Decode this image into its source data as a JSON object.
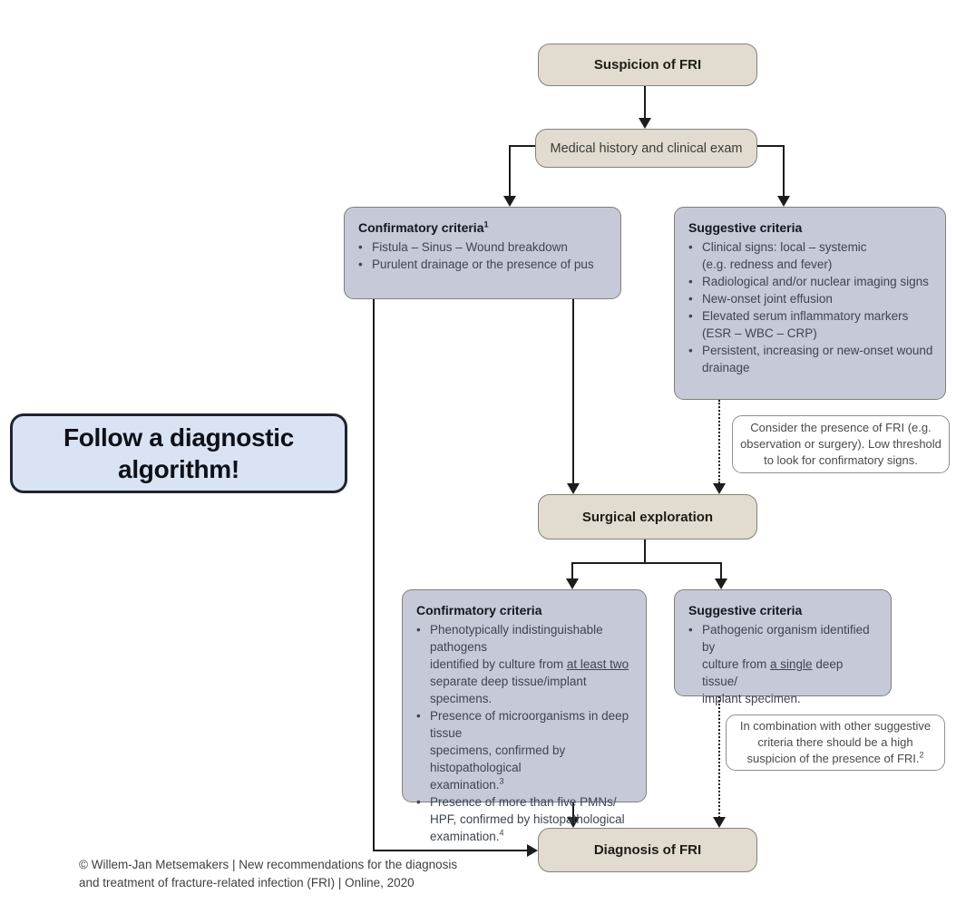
{
  "palette": {
    "box_beige": "#e1dccf",
    "box_blue": "#c6cad8",
    "note_white": "#ffffff",
    "callout_blue": "#d9e3f3",
    "line_color": "#1c1c1c",
    "callout_border": "#20242f"
  },
  "callout": {
    "text": "Follow a diagnostic algorithm!"
  },
  "flow": {
    "suspicion": {
      "label": "Suspicion of FRI"
    },
    "medical_history": {
      "label": "Medical history and clinical exam"
    },
    "confirmatory_pre": {
      "title": "Confirmatory criteria",
      "title_sup": "1",
      "bullets": [
        [
          {
            "t": "Fistula – Sinus – Wound breakdown"
          }
        ],
        [
          {
            "t": "Purulent drainage or the presence of pus"
          }
        ]
      ]
    },
    "suggestive_pre": {
      "title": "Suggestive criteria",
      "bullets": [
        [
          {
            "t": "Clinical signs: local – systemic"
          },
          {
            "br": true
          },
          {
            "t": "(e.g. redness and fever)"
          }
        ],
        [
          {
            "t": "Radiological and/or nuclear imaging signs"
          }
        ],
        [
          {
            "t": "New-onset joint effusion"
          }
        ],
        [
          {
            "t": "Elevated serum inflammatory markers"
          },
          {
            "br": true
          },
          {
            "t": "(ESR – WBC – CRP)"
          }
        ],
        [
          {
            "t": "Persistent, increasing or new-onset wound"
          },
          {
            "br": true
          },
          {
            "t": "drainage"
          }
        ]
      ]
    },
    "consider_note": {
      "text": "Consider the presence of FRI (e.g. observation or surgery). Low threshold to look for confirmatory signs."
    },
    "surgical": {
      "label": "Surgical exploration"
    },
    "confirmatory_op": {
      "title": "Confirmatory criteria",
      "bullets": [
        [
          {
            "t": "Phenotypically indistinguishable pathogens"
          },
          {
            "br": true
          },
          {
            "t": "identified by culture from "
          },
          {
            "t": "at least two",
            "u": true
          },
          {
            "br": true
          },
          {
            "t": "separate deep tissue/implant specimens."
          }
        ],
        [
          {
            "t": "Presence of microorganisms in deep tissue"
          },
          {
            "br": true
          },
          {
            "t": "specimens, confirmed by histopathological"
          },
          {
            "br": true
          },
          {
            "t": "examination."
          },
          {
            "t": "3",
            "sup": true
          }
        ],
        [
          {
            "t": "Presence of more than five PMNs/"
          },
          {
            "br": true
          },
          {
            "t": "HPF, confirmed by histopathological"
          },
          {
            "br": true
          },
          {
            "t": "examination."
          },
          {
            "t": "4",
            "sup": true
          }
        ]
      ]
    },
    "suggestive_op": {
      "title": "Suggestive criteria",
      "bullets": [
        [
          {
            "t": "Pathogenic organism identified by"
          },
          {
            "br": true
          },
          {
            "t": "culture from "
          },
          {
            "t": "a single",
            "u": true
          },
          {
            "t": " deep tissue/"
          },
          {
            "br": true
          },
          {
            "t": "implant specimen."
          }
        ]
      ]
    },
    "combination_note": {
      "text": "In combination with other suggestive criteria there should be a high suspicion of the presence of FRI.",
      "text_sup": "2"
    },
    "diagnosis": {
      "label": "Diagnosis of FRI"
    }
  },
  "credit": {
    "line1": "© Willem-Jan Metsemakers | New recommendations for the diagnosis",
    "line2": "and treatment of fracture-related infection (FRI) | Online, 2020"
  }
}
